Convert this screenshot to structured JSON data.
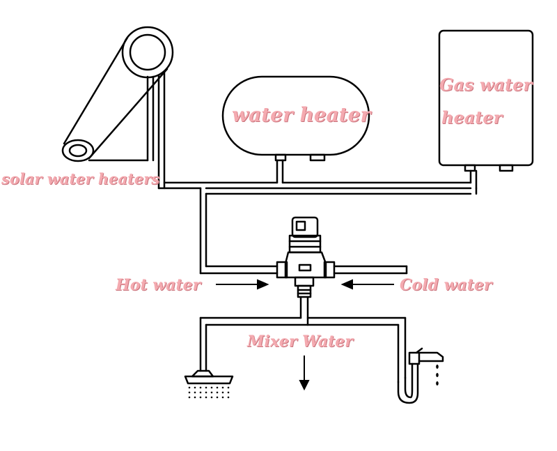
{
  "labels": {
    "solar": "solar water heaters",
    "water_heater": "water heater",
    "gas_line1": "Gas water",
    "gas_line2": "heater",
    "hot": "Hot water",
    "cold": "Cold water",
    "mixer": "Mixer Water"
  },
  "colors": {
    "line": "#000000",
    "label_fill": "#f4aab0",
    "label_shadow": "#c9737c"
  }
}
